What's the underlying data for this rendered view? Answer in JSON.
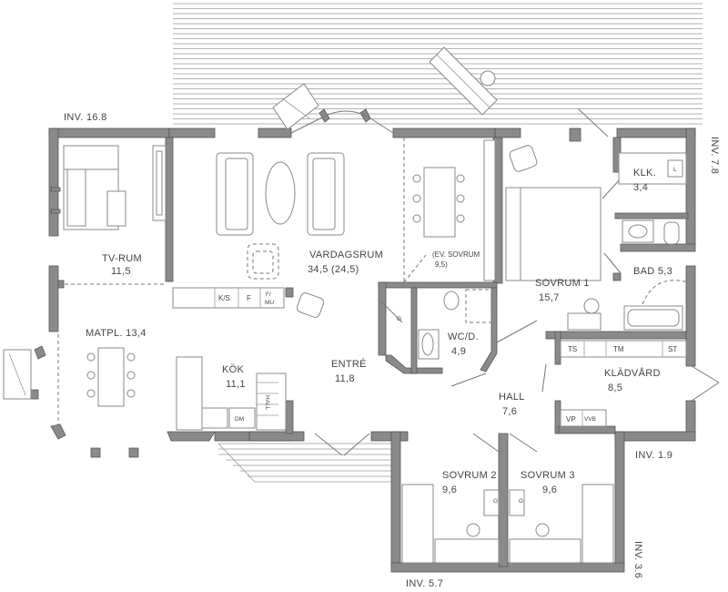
{
  "rooms": {
    "tv_rum": {
      "name": "TV-RUM",
      "area": "11,5"
    },
    "vardagsrum": {
      "name": "VARDAGSRUM",
      "area": "34,5 (24,5)"
    },
    "ev_sovrum": {
      "name": "(EV. SOVRUM",
      "area": "9,5)"
    },
    "sovrum1": {
      "name": "SOVRUM 1",
      "area": "15,7"
    },
    "klk": {
      "name": "KLK.",
      "area": "3,4"
    },
    "bad": {
      "name": "BAD 5,3"
    },
    "matpl": {
      "name": "MATPL. 13,4"
    },
    "kok": {
      "name": "KÖK",
      "area": "11,1"
    },
    "entre": {
      "name": "ENTRÉ",
      "area": "11,8"
    },
    "wc_d": {
      "name": "WC/D.",
      "area": "4,9"
    },
    "kladvard": {
      "name": "KLÄDVÅRD",
      "area": "8,5"
    },
    "hall": {
      "name": "HALL",
      "area": "7,6"
    },
    "sovrum2": {
      "name": "SOVRUM 2",
      "area": "9,6"
    },
    "sovrum3": {
      "name": "SOVRUM 3",
      "area": "9,6"
    }
  },
  "levels": {
    "inv_168": "INV. 16.8",
    "inv_78": "INV. 7.8",
    "inv_19": "INV. 1.9",
    "inv_36": "INV. 3.6",
    "inv_57": "INV. 5.7"
  },
  "fixtures": {
    "ks": "K/S",
    "f": "F",
    "frmu_top": "F/",
    "frmu_bottom": "MU",
    "ts": "TS",
    "tm": "TM",
    "st": "ST",
    "vp": "VP",
    "vvb": "VVB",
    "dm": "DM",
    "hall_mark": "HALL",
    "g1": "G",
    "g2": "G",
    "g3": "G",
    "l": "L"
  }
}
